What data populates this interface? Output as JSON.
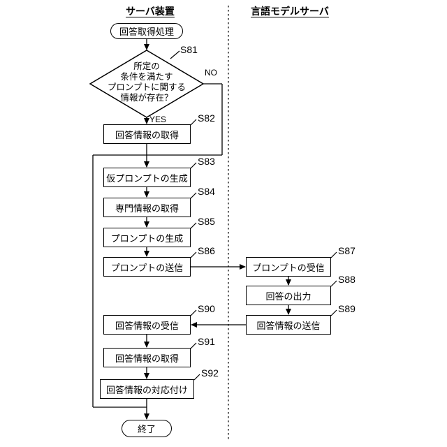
{
  "diagram": {
    "left_column_header": "サーバ装置",
    "right_column_header": "言語モデルサーバ",
    "start_terminal": "回答取得処理",
    "end_terminal": "終了",
    "decision": {
      "id": "S81",
      "lines": [
        "所定の",
        "条件を満たす",
        "プロンプトに関する",
        "情報が存在？"
      ],
      "yes_label": "YES",
      "no_label": "NO"
    },
    "steps": [
      {
        "id": "S82",
        "text": "回答情報の取得"
      },
      {
        "id": "S83",
        "text": "仮プロンプトの生成"
      },
      {
        "id": "S84",
        "text": "専門情報の取得"
      },
      {
        "id": "S85",
        "text": "プロンプトの生成"
      },
      {
        "id": "S86",
        "text": "プロンプトの送信"
      },
      {
        "id": "S87",
        "text": "プロンプトの受信"
      },
      {
        "id": "S88",
        "text": "回答の出力"
      },
      {
        "id": "S89",
        "text": "回答情報の送信"
      },
      {
        "id": "S90",
        "text": "回答情報の受信"
      },
      {
        "id": "S91",
        "text": "回答情報の取得"
      },
      {
        "id": "S92",
        "text": "回答情報の対応付け"
      }
    ],
    "colors": {
      "line": "#000000",
      "fill": "#ffffff"
    }
  }
}
